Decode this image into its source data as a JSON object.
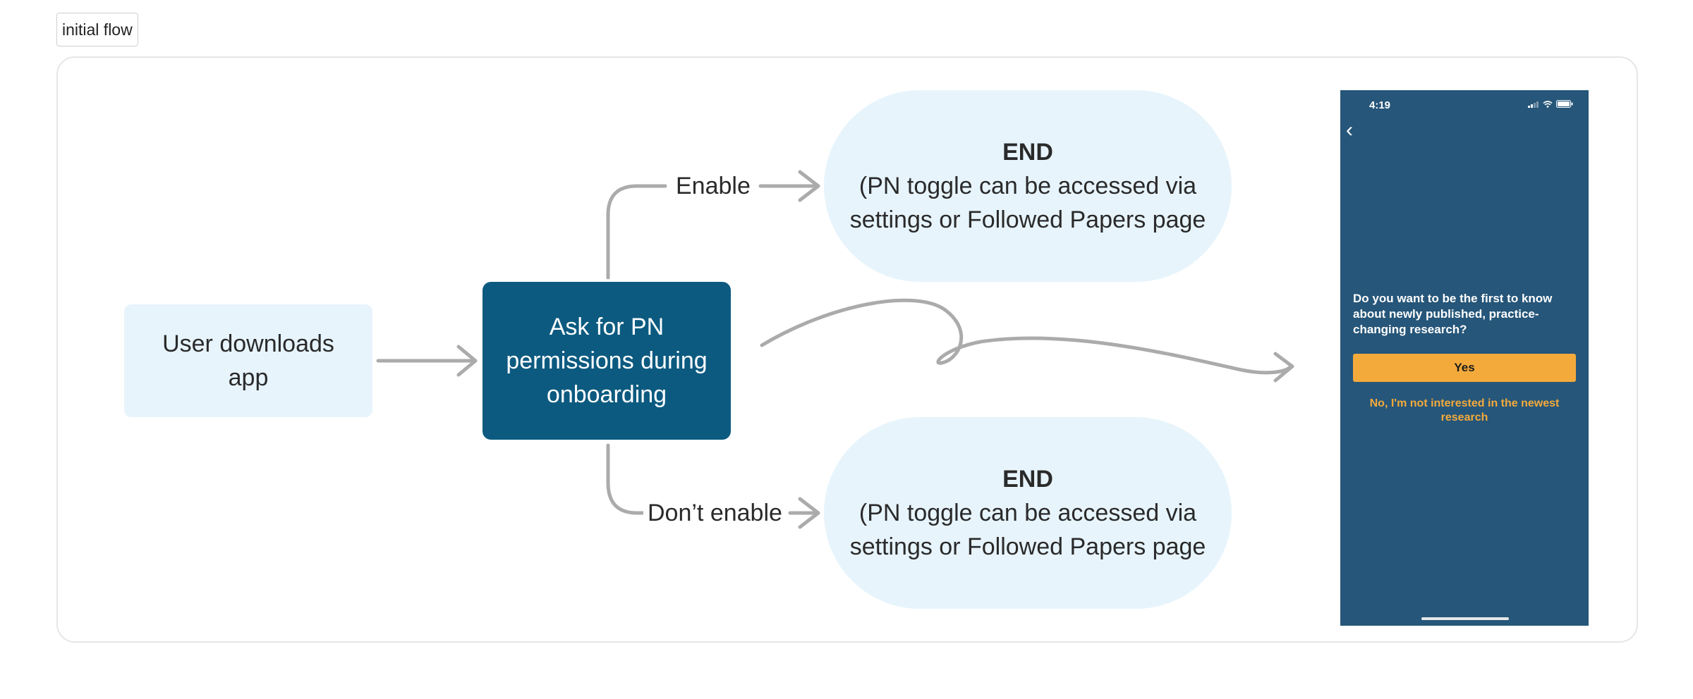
{
  "frame_label": "initial flow",
  "nodes": {
    "user_downloads": "User downloads app",
    "ask_pn": "Ask for PN permissions during onboarding",
    "end_top_title": "END",
    "end_top_body": "(PN toggle can be accessed via settings or Followed Papers page",
    "end_bottom_title": "END",
    "end_bottom_body": "(PN toggle can be accessed via settings or Followed Papers page"
  },
  "edges": {
    "enable": "Enable",
    "dont_enable": "Don’t enable"
  },
  "phone": {
    "time": "4:19",
    "question": "Do you want to be the first to know about newly published, practice-changing research?",
    "yes_label": "Yes",
    "no_label": "No, I'm not interested in the newest research",
    "colors": {
      "background": "#265679",
      "accent": "#f4aa3b"
    }
  },
  "colors": {
    "node_light": "#e7f4fc",
    "node_dark": "#0c5a80",
    "edge": "#ababab"
  }
}
